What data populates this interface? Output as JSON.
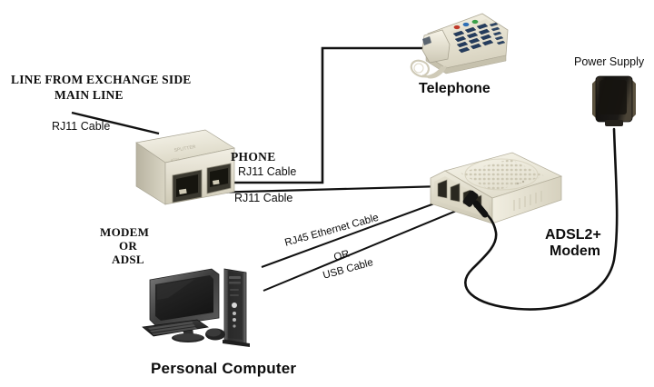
{
  "diagram": {
    "title": "ADSL2+ Modem Connection Diagram",
    "background_color": "#ffffff",
    "line_color": "#111111"
  },
  "labels": {
    "exchange_line_1": "LINE FROM EXCHANGE SIDE",
    "exchange_line_2": "MAIN LINE",
    "rj11_to_splitter": "RJ11 Cable",
    "phone_port": "PHONE",
    "rj11_to_phone": "RJ11 Cable",
    "rj11_to_modem": "RJ11 Cable",
    "splitter_1": "MODEM",
    "splitter_2": "OR",
    "splitter_3": "ADSL",
    "telephone": "Telephone",
    "power_supply": "Power Supply",
    "modem_1": "ADSL2+",
    "modem_2": "Modem",
    "ethernet_cable": "RJ45 Ethernet Cable",
    "cable_or": "OR",
    "usb_cable": "USB Cable",
    "personal_computer": "Personal Computer"
  },
  "devices": {
    "splitter": {
      "name": "ADSL splitter / filter",
      "body_color": "#e9e6d9",
      "ports": 2
    },
    "telephone": {
      "name": "Desk telephone",
      "body_color": "#e8e4d5",
      "keypad_color": "#2d4a6b"
    },
    "modem": {
      "name": "ADSL2+ Modem",
      "body_color": "#e7e4d6",
      "ports": 4
    },
    "power_supply": {
      "name": "Power adapter brick",
      "body_color": "#1a1a1a"
    },
    "computer": {
      "name": "Personal computer",
      "monitor_color": "#2a2a2a",
      "tower_color": "#3a3a3a"
    }
  },
  "connections": [
    {
      "from": "exchange-line",
      "to": "splitter",
      "label": "RJ11 Cable"
    },
    {
      "from": "splitter-phone-port",
      "to": "telephone",
      "label": "RJ11 Cable"
    },
    {
      "from": "splitter-modem-port",
      "to": "modem",
      "label": "RJ11 Cable"
    },
    {
      "from": "computer",
      "to": "modem",
      "label": "RJ45 Ethernet Cable"
    },
    {
      "from": "computer",
      "to": "modem",
      "label": "USB Cable"
    },
    {
      "from": "power-supply",
      "to": "modem",
      "label": "power"
    }
  ]
}
